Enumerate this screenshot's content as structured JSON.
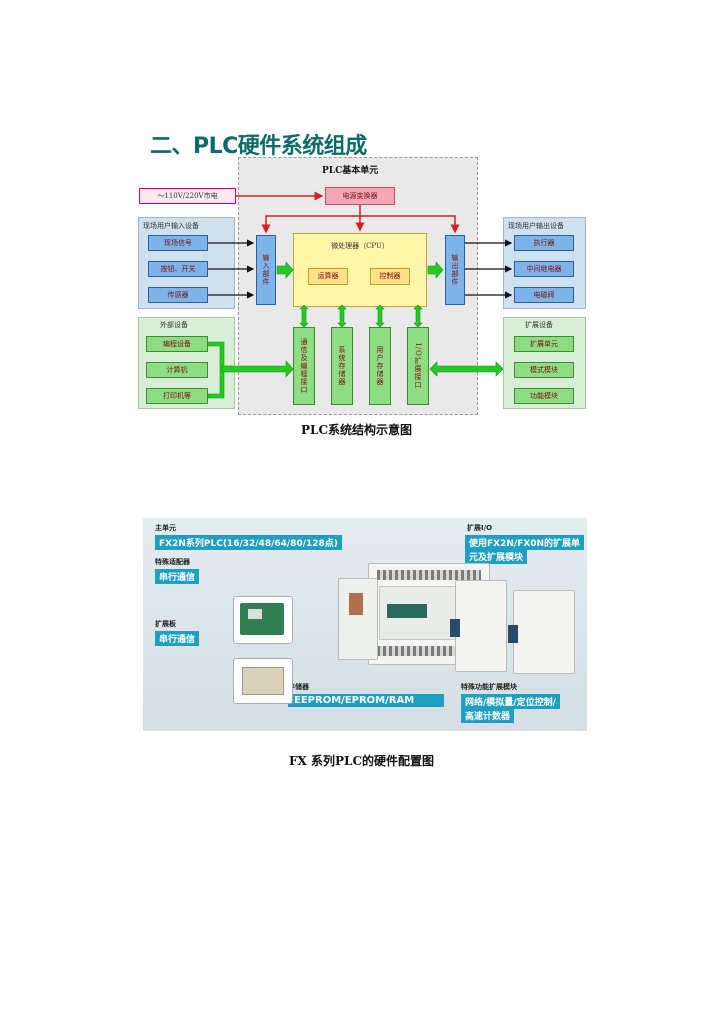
{
  "heading": "二、PLC硬件系统组成",
  "diagram1": {
    "core_title": "PLC基本单元",
    "power_source": "～110V/220V市电",
    "power_converter": "电源变换器",
    "input_group_title": "现场用户输入设备",
    "inputs": [
      "现场信号",
      "按钮、开关",
      "传感器"
    ],
    "input_unit": "输入部件",
    "cpu": "微处理器（CPU）",
    "alu": "运算器",
    "controller": "控制器",
    "output_unit": "输出部件",
    "output_group_title": "现场用户输出设备",
    "outputs": [
      "执行器",
      "中间继电器",
      "电磁阀"
    ],
    "external_group_title": "外部设备",
    "externals": [
      "编程设备",
      "计算机",
      "打印机等"
    ],
    "bottom_units": [
      "通信及编程接口",
      "系统存储器",
      "用户存储器",
      "I/O扩展接口"
    ],
    "expansion_group_title": "扩展设备",
    "expansions": [
      "扩展单元",
      "模式模块",
      "功能模块"
    ],
    "caption": "PLC系统结构示意图"
  },
  "photo2": {
    "main_unit_label": "主单元",
    "main_unit_tag": "FX2N系列PLC(16/32/48/64/80/128点)",
    "adapter_label": "特殊适配器",
    "adapter_tag": "串行通信",
    "board_label": "扩展板",
    "board_tag": "串行通信",
    "memory_label": "存储器",
    "memory_tag": "EEPROM/EPROM/RAM",
    "io_label": "扩展I/O",
    "io_tag_line1": "使用FX2N/FX0N的扩展单",
    "io_tag_line2": "元及扩展模块",
    "special_label": "特殊功能扩展模块",
    "special_tag_line1": "网络/模拟量/定位控制/",
    "special_tag_line2": "高速计数器",
    "caption": "FX 系列PLC的硬件配置图"
  },
  "colors": {
    "heading": "#0b6b6b",
    "tag_blue": "#1e9fc3",
    "arrow_red": "#d42020",
    "arrow_green": "#22cc22"
  }
}
